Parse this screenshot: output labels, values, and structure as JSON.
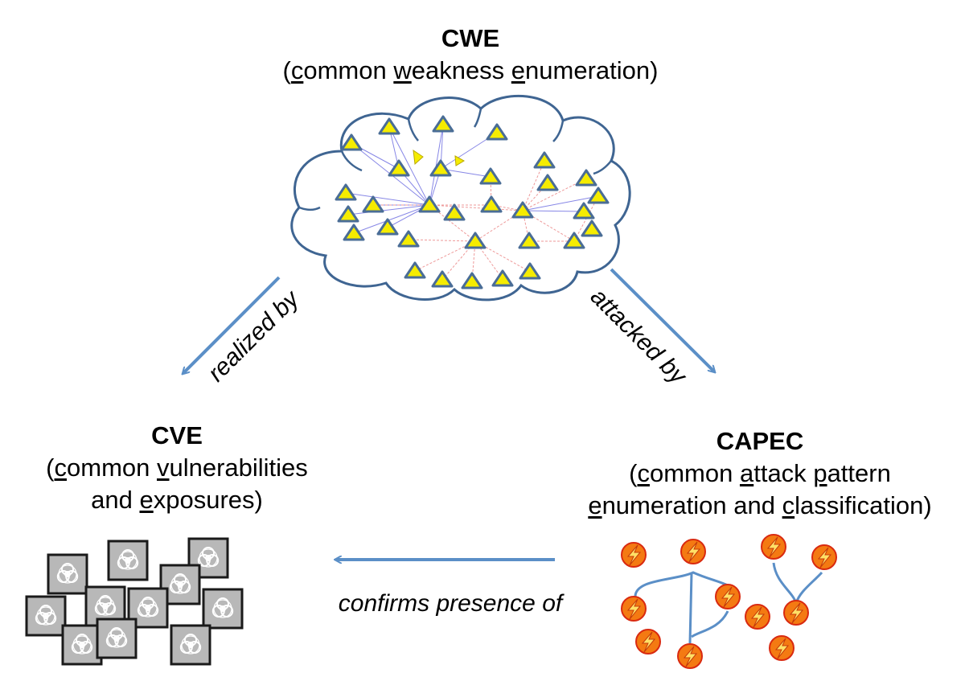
{
  "cwe": {
    "acronym": "CWE",
    "expansion": [
      {
        "t": "(",
        "u": false
      },
      {
        "t": "c",
        "u": true
      },
      {
        "t": "ommon ",
        "u": false
      },
      {
        "t": "w",
        "u": true
      },
      {
        "t": "eakness ",
        "u": false
      },
      {
        "t": "e",
        "u": true
      },
      {
        "t": "numeration)",
        "u": false
      }
    ]
  },
  "cve": {
    "acronym": "CVE",
    "expansion_line1": [
      {
        "t": "(",
        "u": false
      },
      {
        "t": "c",
        "u": true
      },
      {
        "t": "ommon ",
        "u": false
      },
      {
        "t": "v",
        "u": true
      },
      {
        "t": "ulnerabilities",
        "u": false
      }
    ],
    "expansion_line2": [
      {
        "t": "and ",
        "u": false
      },
      {
        "t": "e",
        "u": true
      },
      {
        "t": "xposures)",
        "u": false
      }
    ]
  },
  "capec": {
    "acronym": "CAPEC",
    "expansion_line1": [
      {
        "t": "(",
        "u": false
      },
      {
        "t": "c",
        "u": true
      },
      {
        "t": "ommon ",
        "u": false
      },
      {
        "t": "a",
        "u": true
      },
      {
        "t": "ttack ",
        "u": false
      },
      {
        "t": "p",
        "u": true
      },
      {
        "t": "attern",
        "u": false
      }
    ],
    "expansion_line2": [
      {
        "t": "e",
        "u": true
      },
      {
        "t": "numeration and ",
        "u": false
      },
      {
        "t": "c",
        "u": true
      },
      {
        "t": "lassification)",
        "u": false
      }
    ]
  },
  "edges": {
    "cwe_to_cve": "realized by",
    "cwe_to_capec": "attacked by",
    "capec_to_cve": "confirms presence of"
  },
  "colors": {
    "arrow": "#5b8fc7",
    "cloud_stroke": "#3f6592",
    "triangle_fill": "#f5ec00",
    "triangle_stroke": "#4a6d96",
    "link_blue": "#6a6ae0",
    "link_red": "#ee9a9a",
    "tile_bg": "#b8b8b8",
    "tile_border": "#1a1a1a",
    "bolt_orange": "#f47a12",
    "bolt_red": "#d92a10",
    "bolt_yellow": "#ffe066"
  },
  "icons": {
    "cwe_node": "warning-triangle-icon",
    "cve_tile": "biohazard-icon",
    "capec_node": "lightning-bolt-icon"
  }
}
